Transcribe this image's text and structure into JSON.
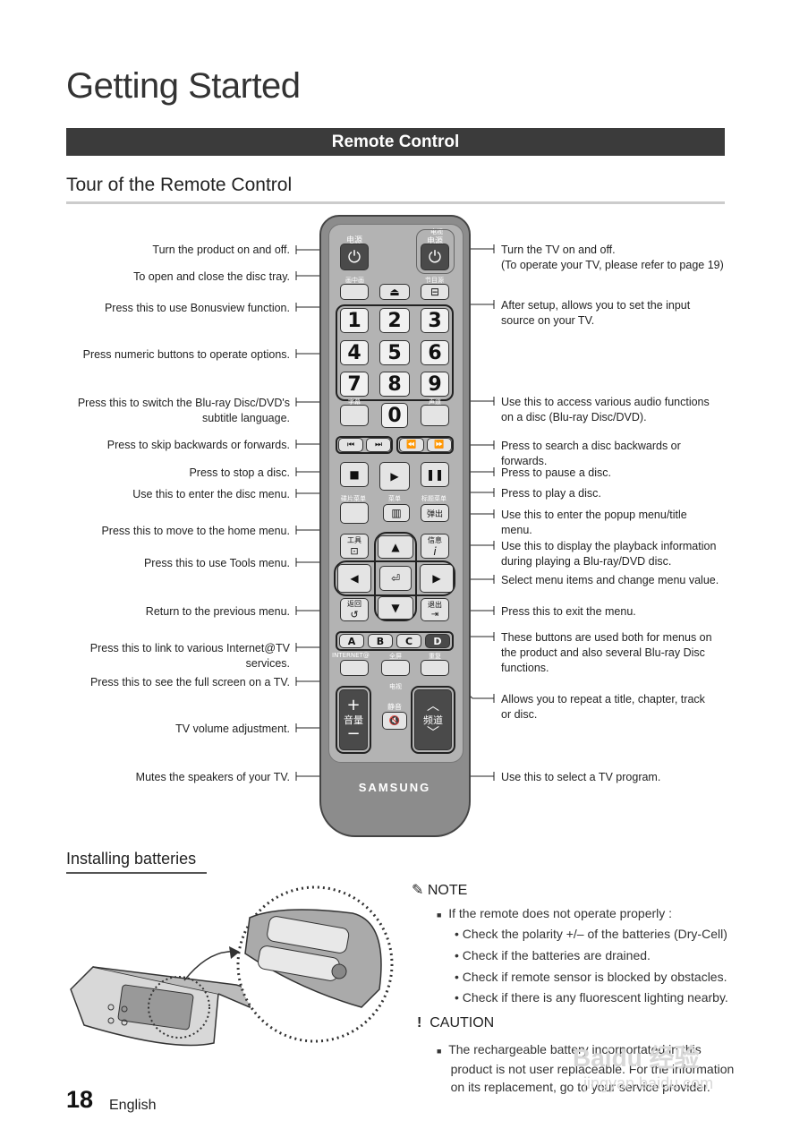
{
  "page": {
    "title": "Getting Started",
    "section": "Remote Control",
    "subheading": "Tour of the Remote Control",
    "page_number": "18",
    "language": "English"
  },
  "left_labels": [
    [
      "Turn the product on and off."
    ],
    [
      "To open and close the disc tray."
    ],
    [
      "Press this to use Bonusview function."
    ],
    [
      "Press numeric buttons to operate options."
    ],
    [
      "Press this to switch the Blu-ray Disc/DVD's",
      "subtitle language."
    ],
    [
      "Press to skip backwards or forwards."
    ],
    [
      "Press to stop a disc."
    ],
    [
      "Use this to enter the disc menu."
    ],
    [
      "Press this to move to the home menu."
    ],
    [
      "Press this to use Tools menu."
    ],
    [
      "Return to the previous menu."
    ],
    [
      "Press this to link to various Internet@TV",
      "services."
    ],
    [
      "Press this to see the full screen on a TV."
    ],
    [
      "TV volume adjustment."
    ],
    [
      "Mutes the speakers of your TV."
    ]
  ],
  "right_labels": [
    [
      "Turn the TV on and off.",
      "(To operate your TV, please refer to page 19)"
    ],
    [
      "After setup, allows you to set the input",
      "source on your TV."
    ],
    [
      "Use this to access various audio functions",
      "on a disc (Blu-ray Disc/DVD)."
    ],
    [
      "Press to search a disc backwards or",
      "forwards."
    ],
    [
      "Press to pause a disc."
    ],
    [
      "Press to play a disc."
    ],
    [
      "Use this to enter the popup menu/title",
      "menu."
    ],
    [
      "Use this to display the playback information",
      "during playing a Blu-ray/DVD disc."
    ],
    [
      "Select menu items and change menu value."
    ],
    [
      "Press this to exit the menu."
    ],
    [
      "These buttons are used both for menus on",
      "the product and also several Blu-ray Disc",
      "functions."
    ],
    [
      "Allows you to repeat a title, chapter, track",
      "or disc."
    ],
    [
      "Use this to select a TV program."
    ]
  ],
  "remote": {
    "brand": "SAMSUNG",
    "power_label": "电源",
    "tv_small": "电视",
    "tv_power_label": "电源",
    "bonus_label": "画中画",
    "source_label": "节目源",
    "subtitle_label": "字幕",
    "audio_label": "声道",
    "disc_menu_label": "碟片菜单",
    "menu_label": "菜单",
    "title_menu_label": "标题菜单",
    "popup_label": "弹出",
    "tools_label": "工具",
    "info_label": "信息",
    "return_label": "返回",
    "exit_label": "退出",
    "internet_label": "INTERNET@",
    "fullscreen_label": "全屏",
    "repeat_label": "重复",
    "tv_small2": "电视",
    "mute_label": "静音",
    "volume_label": "音量",
    "channel_label": "频道",
    "numbers": [
      "1",
      "2",
      "3",
      "4",
      "5",
      "6",
      "7",
      "8",
      "9",
      "0"
    ],
    "color_keys": [
      "A",
      "B",
      "C",
      "D"
    ]
  },
  "batteries": {
    "heading": "Installing batteries",
    "note_title": "NOTE",
    "note_intro": "If the remote does not operate properly :",
    "note_items": [
      "Check the polarity +/– of the batteries (Dry-Cell)",
      "Check if the batteries are drained.",
      "Check if remote sensor is blocked by obstacles.",
      "Check if there is any fluorescent lighting nearby."
    ],
    "caution_title": "CAUTION",
    "caution_lines": [
      "The rechargeable battery incorportated in this",
      "product is not user replaceable. For the information",
      "on its replacement, go to your service provider."
    ]
  },
  "watermark": {
    "text": "Baidu 经验",
    "url": "jingyan.baidu.com"
  }
}
